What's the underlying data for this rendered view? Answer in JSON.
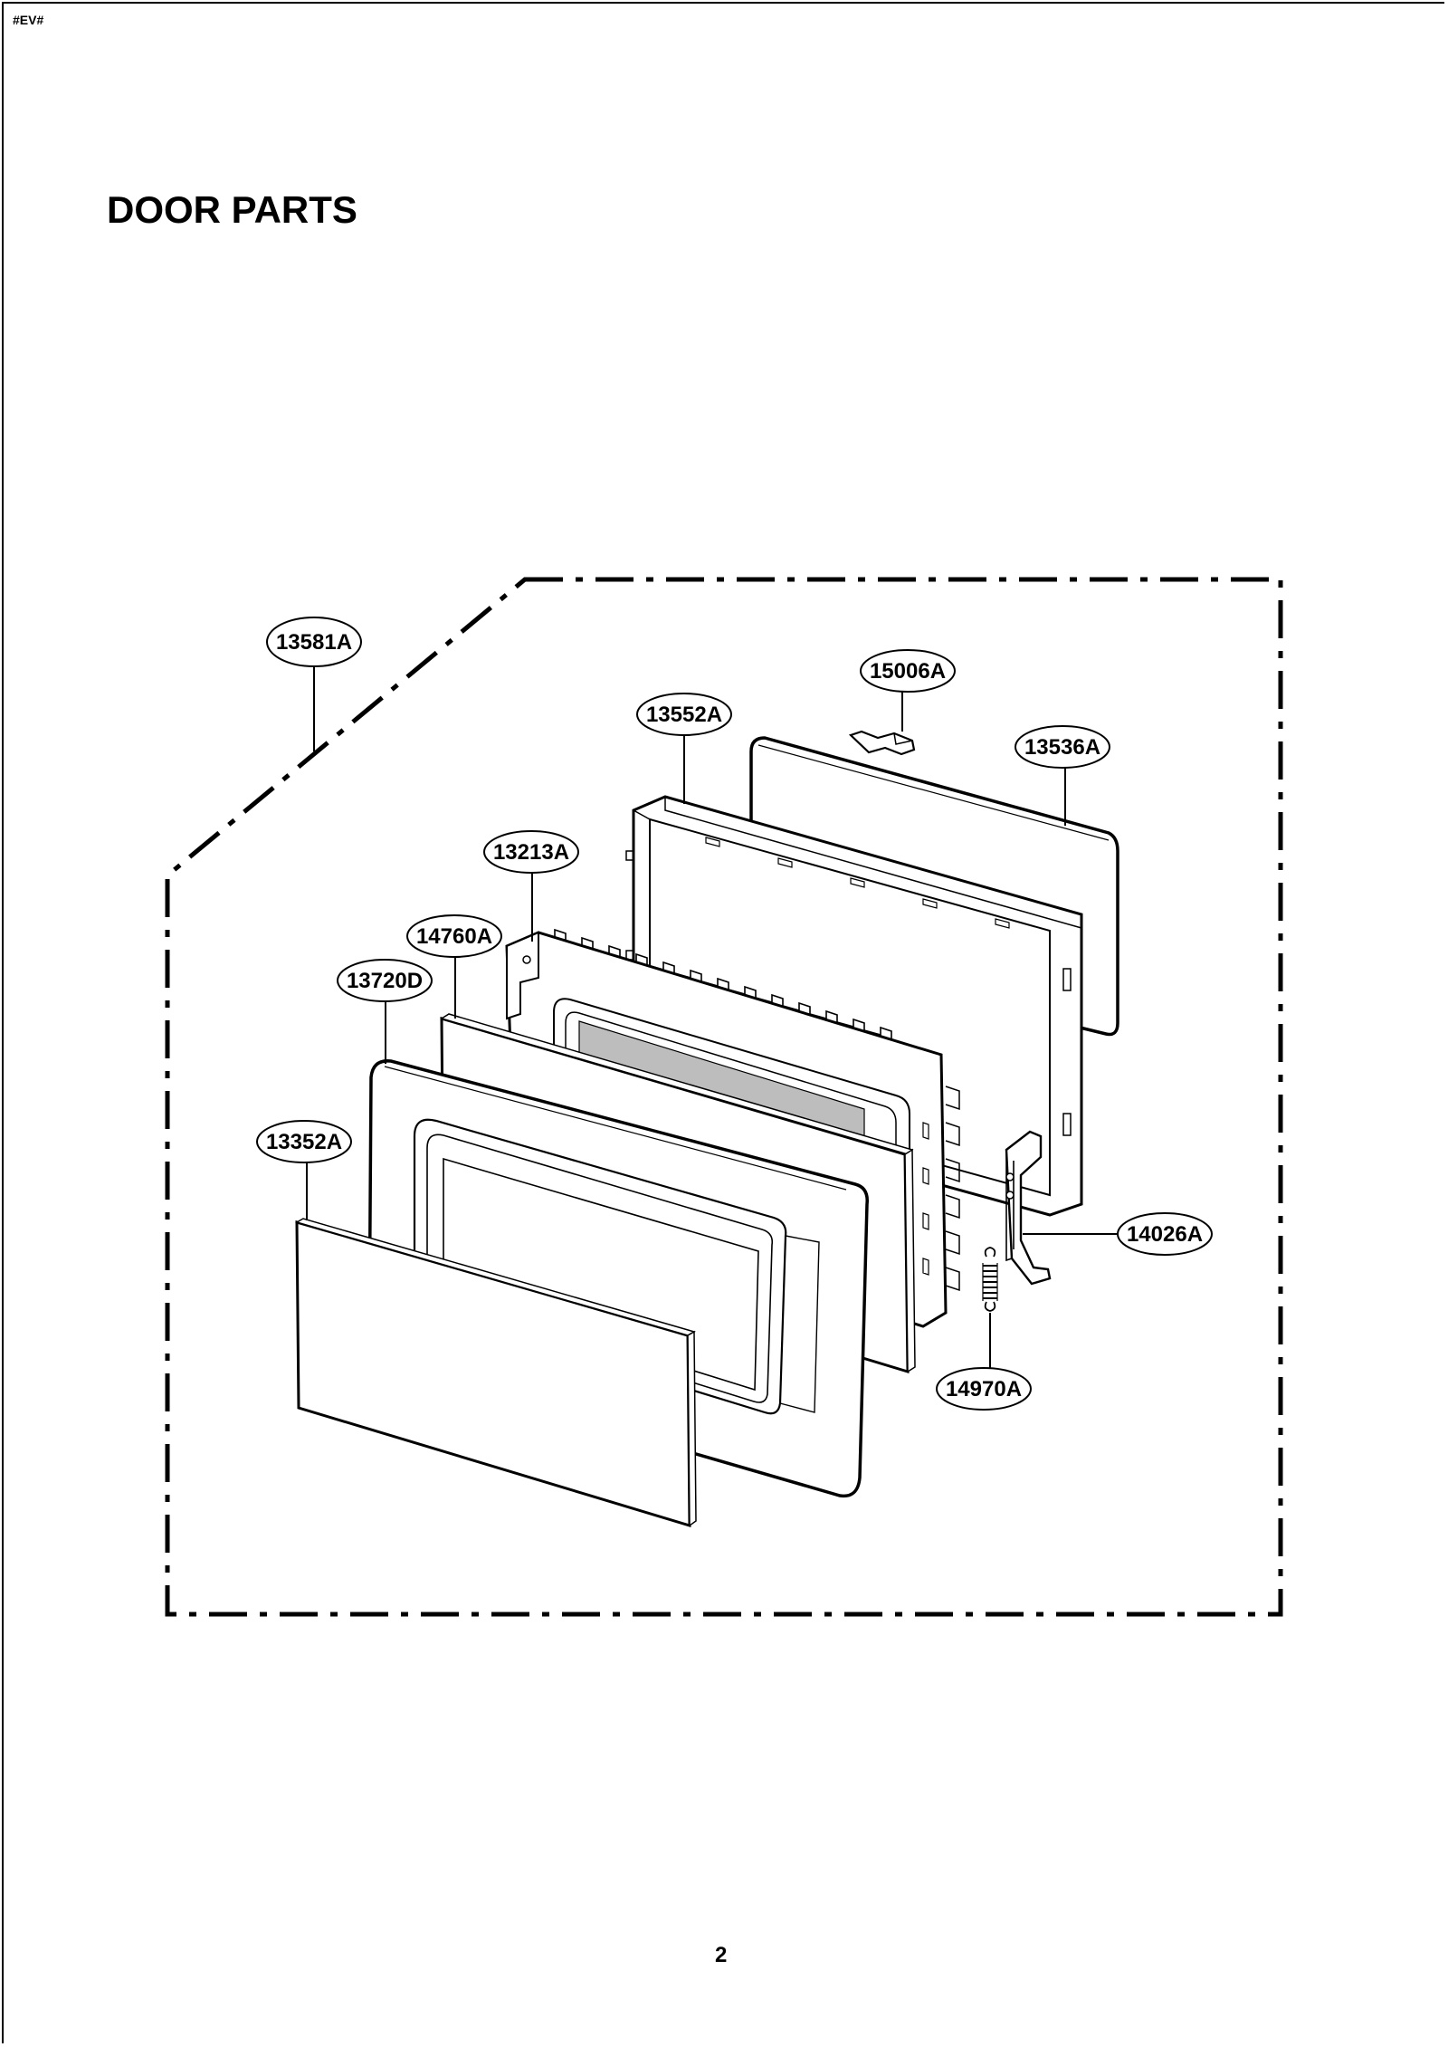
{
  "header": {
    "code": "#EV#"
  },
  "title": "DOOR PARTS",
  "page_number": "2",
  "labels": {
    "l13581A": "13581A",
    "l15006A": "15006A",
    "l13552A": "13552A",
    "l13536A": "13536A",
    "l13213A": "13213A",
    "l14760A": "14760A",
    "l13720D": "13720D",
    "l13352A": "13352A",
    "l14026A": "14026A",
    "l14970A": "14970A"
  }
}
